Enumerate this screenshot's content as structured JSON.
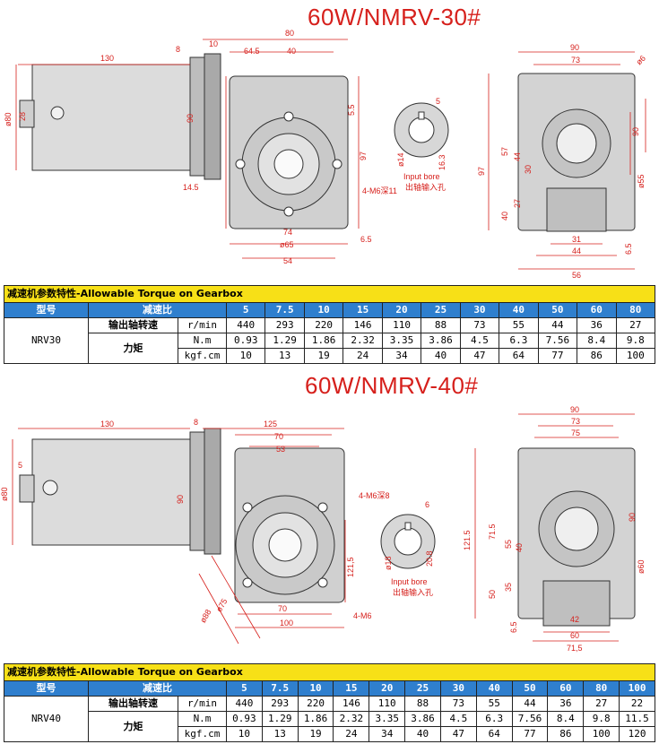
{
  "sections": [
    {
      "title": "60W/NMRV-30#",
      "dims": {
        "motor_len": "130",
        "d80": "ø80",
        "shaft28": "28",
        "d8": "8",
        "d10": "10",
        "w80": "80",
        "w64_5": "64.5",
        "w40": "40",
        "h90": "90",
        "h5_5": "5.5",
        "h97": "97",
        "w14_5": "14.5",
        "w74": "74",
        "d65": "ø65",
        "w54": "54",
        "w6_5": "6.5",
        "m6": "4-M6深11",
        "key5": "5",
        "d14": "ø14",
        "h16_3": "16.3",
        "r90": "90",
        "r73": "73",
        "rd6": "ø6",
        "r57": "57",
        "r44": "44",
        "r30": "30",
        "r27": "27",
        "r40": "40",
        "r97": "97",
        "r90b": "90",
        "rd55": "ø55",
        "r31": "31",
        "r44b": "44",
        "r56": "56",
        "r6_5": "6.5"
      },
      "bore_label": "Input bore",
      "bore_label_cn": "出轴输入孔",
      "table": {
        "header": "减速机参数特性-Allowable Torque on Gearbox",
        "model_label": "型号",
        "ratio_label": "减速比",
        "model": "NRV30",
        "ratios": [
          "5",
          "7.5",
          "10",
          "15",
          "20",
          "25",
          "30",
          "40",
          "50",
          "60",
          "80"
        ],
        "speed_label": "输出轴转速",
        "speed_unit": "r/min",
        "speeds": [
          "440",
          "293",
          "220",
          "146",
          "110",
          "88",
          "73",
          "55",
          "44",
          "36",
          "27"
        ],
        "torque_label": "力矩",
        "nm_unit": "N.m",
        "nm": [
          "0.93",
          "1.29",
          "1.86",
          "2.32",
          "3.35",
          "3.86",
          "4.5",
          "6.3",
          "7.56",
          "8.4",
          "9.8"
        ],
        "kgf_unit": "kgf.cm",
        "kgf": [
          "10",
          "13",
          "19",
          "24",
          "34",
          "40",
          "47",
          "64",
          "77",
          "86",
          "100"
        ]
      }
    },
    {
      "title": "60W/NMRV-40#",
      "dims": {
        "motor_len": "130",
        "d80": "ø80",
        "shaft5": "5",
        "w8": "8",
        "w125": "125",
        "w70": "70",
        "w53": "53",
        "h90": "90",
        "m6": "4-M6深8",
        "h121_5": "121,5",
        "d75": "ø75",
        "d88": "ø88",
        "w70b": "70",
        "w100": "100",
        "m6b": "4-M6",
        "key6": "6",
        "d18": "ø18",
        "h20_8": "20.8",
        "r90": "90",
        "r73": "73",
        "r75": "75",
        "r90b": "90",
        "r71_5": "71.5",
        "r55": "55",
        "r40": "40",
        "r121_5": "121.5",
        "rd60": "ø60",
        "r50": "50",
        "r35": "35",
        "r42": "42",
        "r6_5": "6.5",
        "r60": "60",
        "r71_5b": "71,5"
      },
      "bore_label": "Input bore",
      "bore_label_cn": "出轴输入孔",
      "table": {
        "header": "减速机参数特性-Allowable Torque on Gearbox",
        "model_label": "型号",
        "ratio_label": "减速比",
        "model": "NRV40",
        "ratios": [
          "5",
          "7.5",
          "10",
          "15",
          "20",
          "25",
          "30",
          "40",
          "50",
          "60",
          "80",
          "100"
        ],
        "speed_label": "输出轴转速",
        "speed_unit": "r/min",
        "speeds": [
          "440",
          "293",
          "220",
          "146",
          "110",
          "88",
          "73",
          "55",
          "44",
          "36",
          "27",
          "22"
        ],
        "torque_label": "力矩",
        "nm_unit": "N.m",
        "nm": [
          "0.93",
          "1.29",
          "1.86",
          "2.32",
          "3.35",
          "3.86",
          "4.5",
          "6.3",
          "7.56",
          "8.4",
          "9.8",
          "11.5"
        ],
        "kgf_unit": "kgf.cm",
        "kgf": [
          "10",
          "13",
          "19",
          "24",
          "34",
          "40",
          "47",
          "64",
          "77",
          "86",
          "100",
          "120"
        ]
      }
    }
  ]
}
